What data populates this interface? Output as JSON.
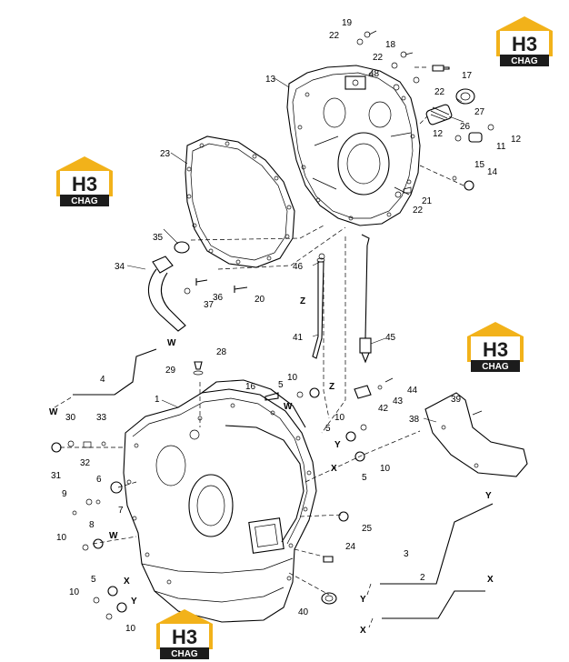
{
  "watermark": {
    "big": "H3",
    "small": "CHAG",
    "colors": {
      "gold": "#f2b21a",
      "dark": "#1c1c1c",
      "white": "#ffffff"
    }
  },
  "callouts": {
    "c1": "1",
    "c2": "2",
    "c3": "3",
    "c4": "4",
    "c5a": "5",
    "c5b": "5",
    "c5c": "5",
    "c5d": "5",
    "c6": "6",
    "c7": "7",
    "c8": "8",
    "c9": "9",
    "c10a": "10",
    "c10b": "10",
    "c10c": "10",
    "c10d": "10",
    "c10e": "10",
    "c10f": "10",
    "c11": "11",
    "c12a": "12",
    "c12b": "12",
    "c13": "13",
    "c14": "14",
    "c15": "15",
    "c16": "16",
    "c17": "17",
    "c18": "18",
    "c19": "19",
    "c20": "20",
    "c21": "21",
    "c22a": "22",
    "c22b": "22",
    "c22c": "22",
    "c22d": "22",
    "c23": "23",
    "c24": "24",
    "c25": "25",
    "c26": "26",
    "c27": "27",
    "c28": "28",
    "c29": "29",
    "c30": "30",
    "c31": "31",
    "c32": "32",
    "c33": "33",
    "c34": "34",
    "c35": "35",
    "c36": "36",
    "c37": "37",
    "c38": "38",
    "c39": "39",
    "c40": "40",
    "c41": "41",
    "c42": "42",
    "c43": "43",
    "c44": "44",
    "c45": "45",
    "c46": "46",
    "c48": "48"
  },
  "axes": {
    "w1": "W",
    "w2": "W",
    "w3": "W",
    "w4": "W",
    "x1": "X",
    "x2": "X",
    "x3": "X",
    "x4": "X",
    "y1": "Y",
    "y2": "Y",
    "y3": "Y",
    "y4": "Y",
    "z1": "Z",
    "z2": "Z"
  }
}
